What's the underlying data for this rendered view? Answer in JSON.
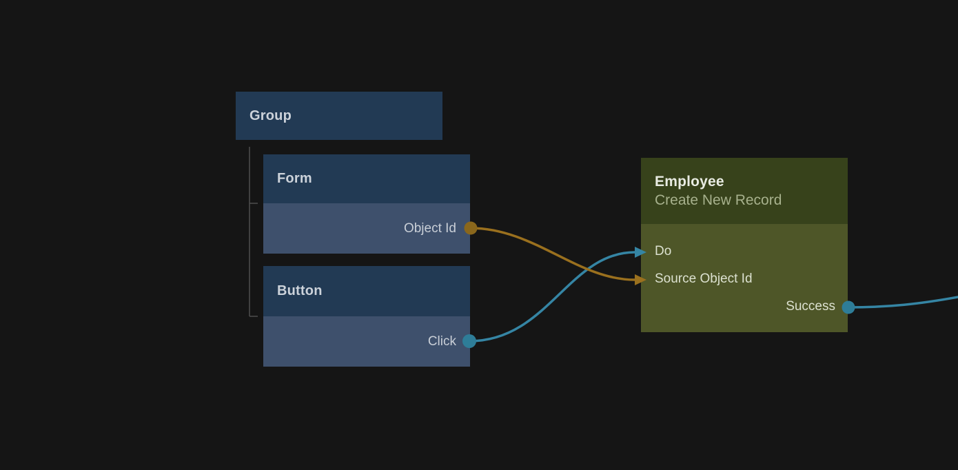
{
  "colors": {
    "canvas-bg": "#151515",
    "node-header-blue": "#223a54",
    "node-body-blue": "#3e506c",
    "node-header-green": "#37421b",
    "node-body-green": "#4e5628",
    "edge-teal": "#3585a4",
    "teal-dot": "#2e7d98",
    "edge-amber": "#9a701e",
    "amber-dot": "#8a671c",
    "tree-line": "#4f4f4f",
    "title-text": "#ccd2da",
    "port-text-blue": "#c9cfd7",
    "port-text-green": "#dce1d0",
    "green-title": "#e8ebe2",
    "green-subtitle": "#a7b18d"
  },
  "group": {
    "title": "Group",
    "children": [
      "Form",
      "Button"
    ]
  },
  "nodes": {
    "form": {
      "title": "Form",
      "outputs": [
        {
          "label": "Object Id",
          "port_color": "#8a671c"
        }
      ]
    },
    "button": {
      "title": "Button",
      "outputs": [
        {
          "label": "Click",
          "port_color": "#2e7d98"
        }
      ]
    },
    "employee": {
      "title": "Employee",
      "subtitle": "Create New Record",
      "inputs": [
        {
          "label": "Do",
          "port_color": "#3585a4"
        },
        {
          "label": "Source Object Id",
          "port_color": "#9a701e"
        }
      ],
      "outputs": [
        {
          "label": "Success",
          "port_color": "#2e7d98"
        }
      ]
    }
  },
  "edges": [
    {
      "from": "Button.Click",
      "to": "Employee.Do",
      "color": "#3585a4"
    },
    {
      "from": "Form.Object Id",
      "to": "Employee.Source Object Id",
      "color": "#9a701e"
    },
    {
      "from": "Employee.Success",
      "to": "offscreen-right",
      "color": "#3585a4"
    }
  ]
}
